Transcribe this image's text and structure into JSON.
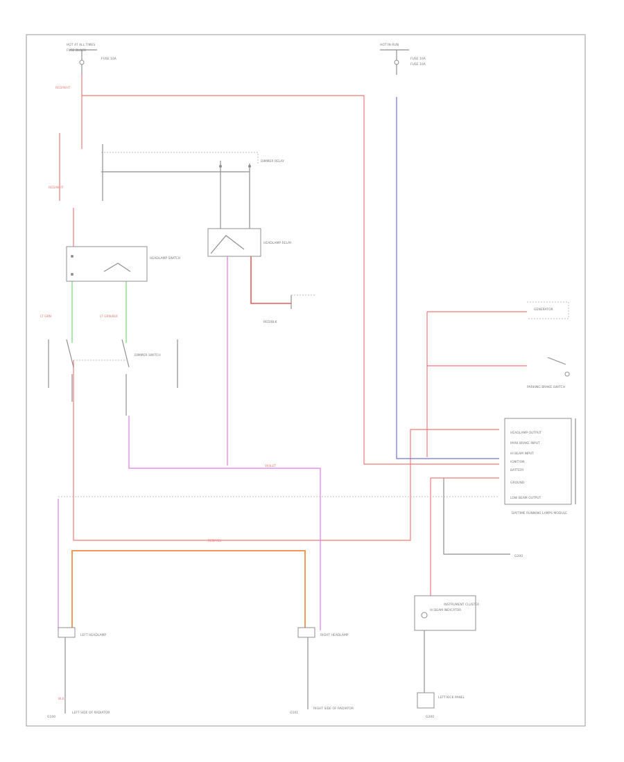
{
  "diagram": {
    "title": "",
    "wire_colors": {
      "red": "#f07878",
      "orange": "#f39a5a",
      "blue": "#6f73d8",
      "magenta": "#e07ae6",
      "green": "#72d872",
      "gray": "#8f8f8f"
    },
    "labels": {
      "fuse_block_left": "HOT AT ALL TIMES",
      "fuse_block_left_2": "FUSE BLOCK",
      "fuse_left_note": "FUSE 10A",
      "fuse_block_right": "HOT IN RUN",
      "fuse_block_right_2": "FUSE 10A",
      "fuse_right_note": "FUSE 10A",
      "headlamp_switch": "HEADLAMP SWITCH",
      "dimmer_switch": "DIMMER SWITCH",
      "relay": "HEADLAMP RELAY",
      "relay_2": "DIMMER RELAY",
      "left_headlamp": "LEFT HEADLAMP",
      "right_headlamp": "RIGHT HEADLAMP",
      "instrument_cluster": "INSTRUMENT CLUSTER",
      "module": "DAYTIME RUNNING LAMPS MODULE",
      "g_left": "G100",
      "g_right": "G101",
      "g_cluster": "G200",
      "ground_left": "LEFT SIDE OF RADIATOR",
      "ground_right": "RIGHT SIDE OF RADIATOR",
      "ground_cluster": "LEFT KICK PANEL",
      "parking_brake_switch": "PARKING BRAKE SWITCH",
      "generator": "GENERATOR",
      "hi_beam_indicator": "HI BEAM INDICATOR",
      "module_pins": [
        "HEADLAMP OUTPUT",
        "PARK BRAKE INPUT",
        "HI BEAM INPUT",
        "IGNITION",
        "BATTERY",
        "GROUND",
        "LOW BEAM OUTPUT"
      ],
      "wire_tags": [
        "RED/WHT",
        "RED/WHT",
        "RED/YEL",
        "LT GRN",
        "LT GRN/BLK",
        "RED/BLK",
        "VIOLET",
        "BLK"
      ]
    }
  }
}
